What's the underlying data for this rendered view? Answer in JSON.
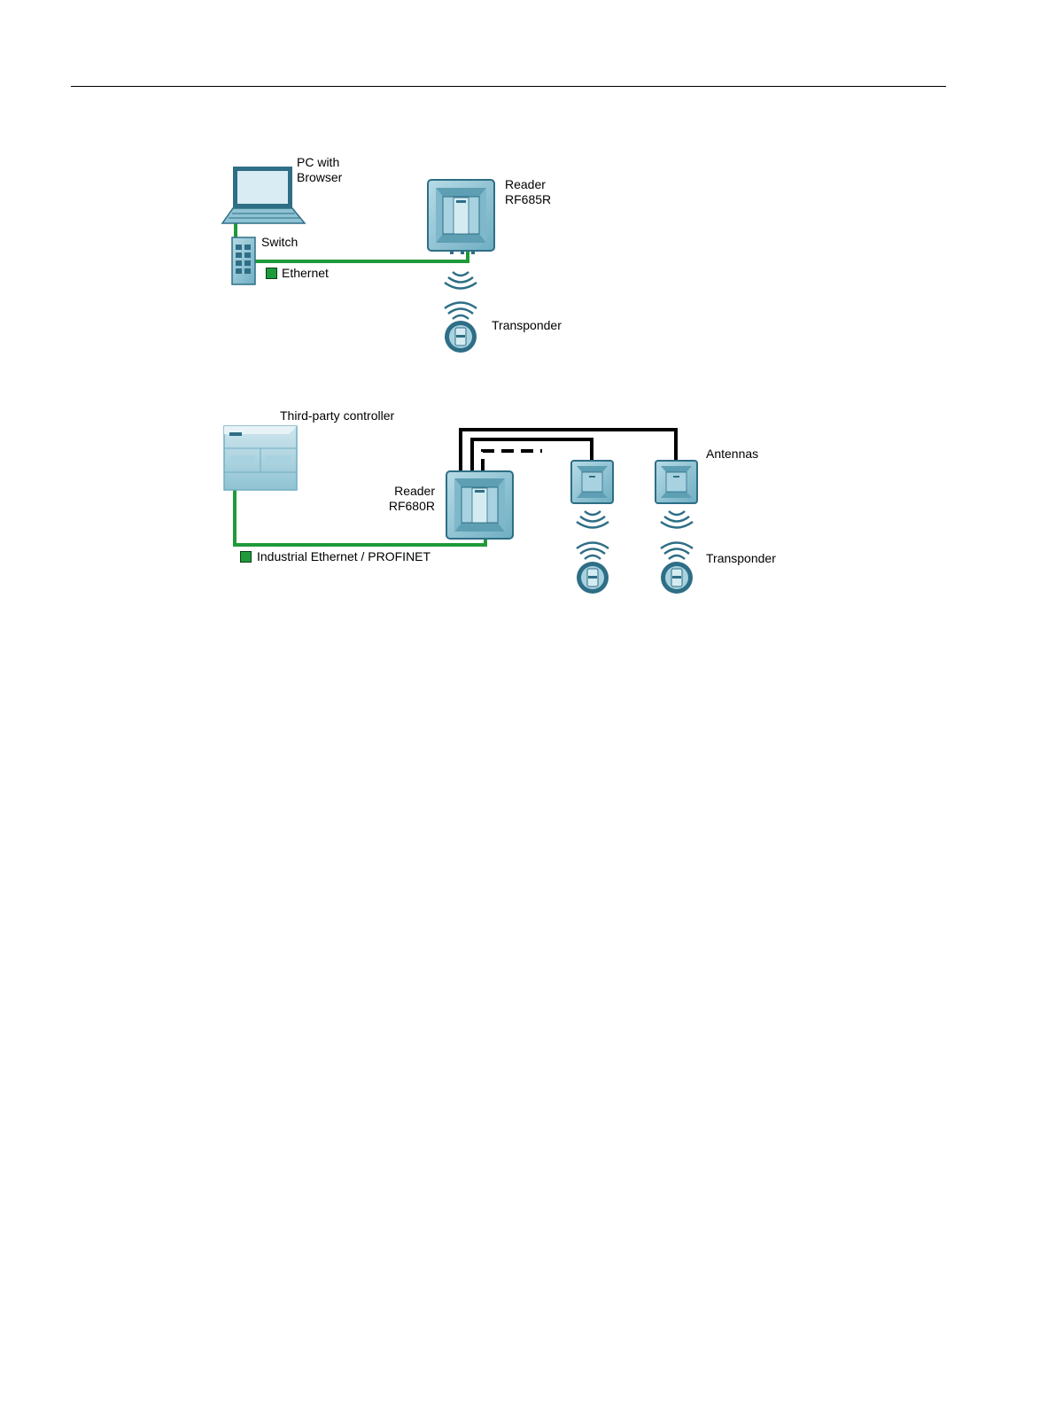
{
  "diagram1": {
    "pc_label_line1": "PC with",
    "pc_label_line2": "Browser",
    "switch_label": "Switch",
    "ethernet_label": "Ethernet",
    "reader_label_line1": "Reader",
    "reader_label_line2": "RF685R",
    "transponder_label": "Transponder"
  },
  "diagram2": {
    "controller_label": "Third-party controller",
    "reader_label_line1": "Reader",
    "reader_label_line2": "RF680R",
    "antennas_label": "Antennas",
    "network_label": "Industrial Ethernet / PROFINET",
    "transponder_label": "Transponder"
  },
  "colors": {
    "ethernet_green": "#1f9a3a",
    "device_teal": "#8fc3d3",
    "device_dark": "#2e6e86",
    "cable_black": "#000000"
  }
}
